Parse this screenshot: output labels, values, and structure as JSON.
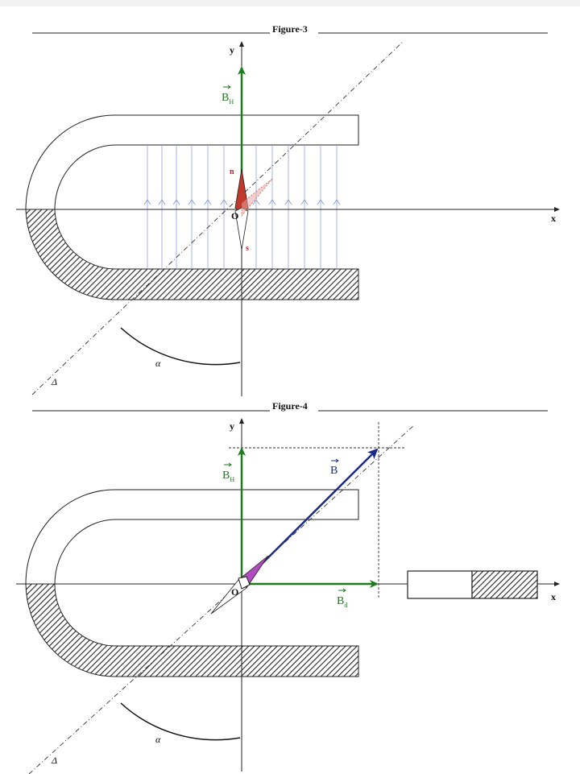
{
  "figure3": {
    "title": "Figure-3",
    "axis_x": "x",
    "axis_y": "y",
    "origin": "O",
    "vector_b": "B",
    "vector_b_sub": "H",
    "pole_north": "n",
    "pole_south": "s",
    "angle": "α",
    "line": "Δ"
  },
  "figure4": {
    "title": "Figure-4",
    "axis_x": "x",
    "axis_y": "y",
    "origin": "O",
    "vector_bh": "B",
    "vector_bh_sub": "H",
    "vector_b": "B",
    "vector_bd": "B",
    "vector_bd_sub": "d",
    "angle": "α",
    "line": "Δ"
  },
  "colors": {
    "green": "#1d7a1d",
    "blue": "#1a2a8a",
    "field_lines": "#8fa0d8",
    "needle_red": "#c0392b",
    "needle_purple": "#b04bc0",
    "hatch": "#333333"
  }
}
